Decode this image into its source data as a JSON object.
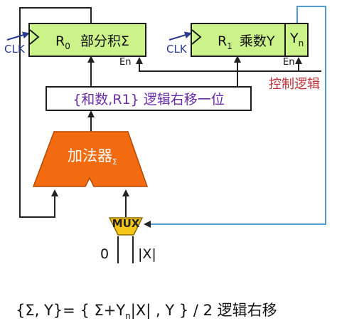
{
  "colors": {
    "register_fill": "#ccf28a",
    "adder_fill": "#f36b10",
    "mux_fill": "#f5c518",
    "shift_text": "#6a2ca6",
    "control_text": "#c0313a",
    "clk_text": "#2a3a8c",
    "wire": "#222222",
    "mux_to_y_wire": "#4f9bd0"
  },
  "registers": {
    "r0": {
      "main": "R",
      "sub": "0",
      "name": "部分积Σ",
      "clk": "CLK",
      "en": "En"
    },
    "r1": {
      "main": "R",
      "sub": "1",
      "name": "乘数Y",
      "field_main": "Y",
      "field_sub": "n",
      "clk": "CLK",
      "en": "En"
    }
  },
  "shift_unit": {
    "label": "{和数,R1} 逻辑右移一位"
  },
  "control": {
    "label": "控制逻辑"
  },
  "adder": {
    "label": "加法器",
    "sub": "Σ"
  },
  "mux": {
    "label": "MUX",
    "input_0": "0",
    "input_1": "|X|"
  },
  "formula": {
    "part1": "{Σ, Y}= { Σ+Y",
    "sub": "n",
    "part2": "|X| , Y } / 2  逻辑右移"
  }
}
